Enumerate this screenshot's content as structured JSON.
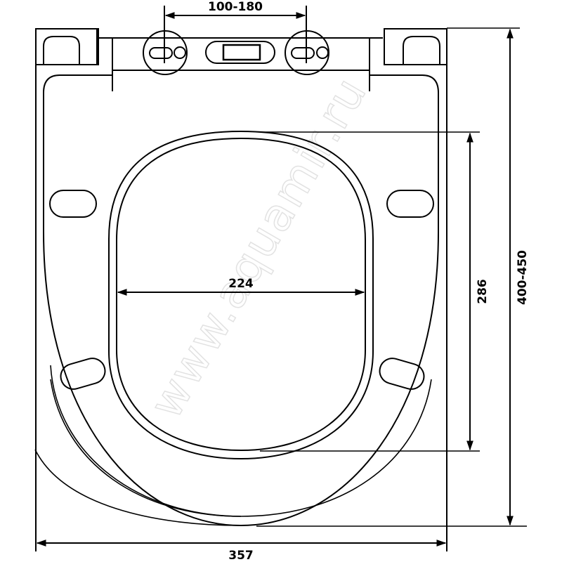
{
  "drawing": {
    "title": "Toilet seat dimensional drawing",
    "watermark": "www.aquamir.ru",
    "units": "mm",
    "colors": {
      "line": "#000000",
      "background": "#ffffff",
      "watermark": "#e2e2e2"
    }
  },
  "dimensions": {
    "hinge_spacing": {
      "label": "100-180",
      "orientation": "horizontal"
    },
    "inner_width": {
      "label": "224",
      "orientation": "horizontal"
    },
    "inner_length": {
      "label": "286",
      "orientation": "vertical"
    },
    "total_length": {
      "label": "400-450",
      "orientation": "vertical"
    },
    "total_width": {
      "label": "357",
      "orientation": "horizontal"
    }
  },
  "parts": {
    "hinge_left": "hinge-mount-left",
    "hinge_right": "hinge-mount-right",
    "center_button": "quick-release-button",
    "bumpers": [
      "bumper-upper-left",
      "bumper-upper-right",
      "bumper-lower-left",
      "bumper-lower-right"
    ]
  }
}
